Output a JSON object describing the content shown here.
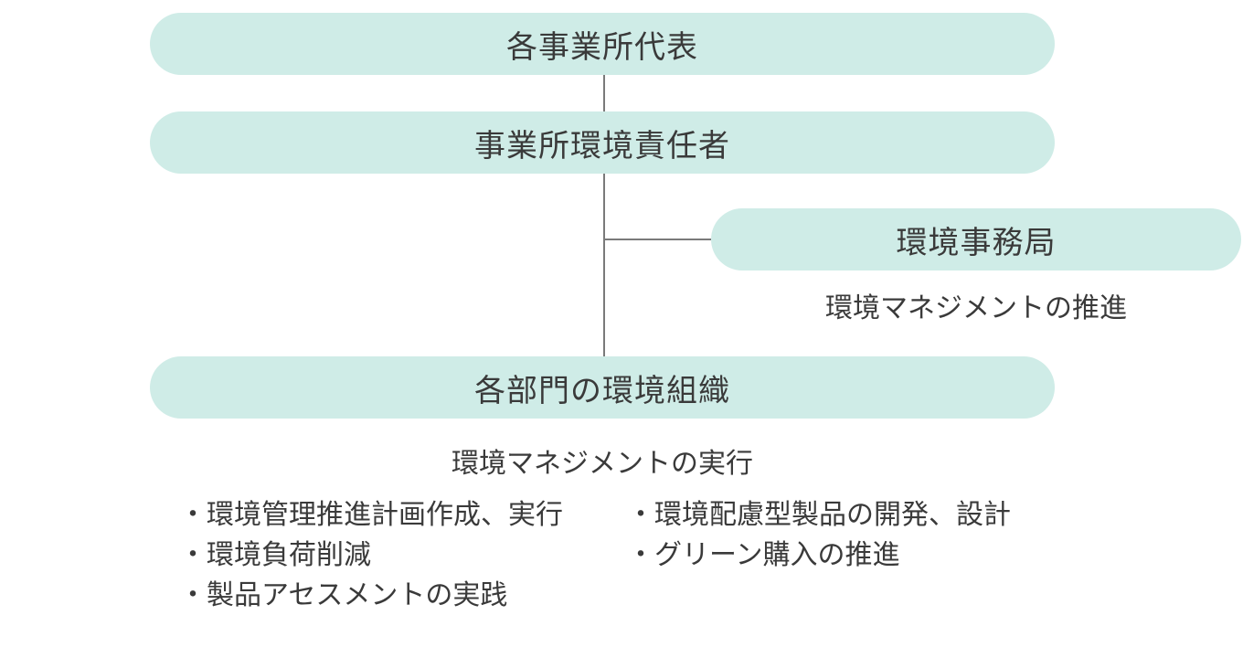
{
  "nodes": {
    "representative": "各事業所代表",
    "manager": "事業所環境責任者",
    "secretariat": "環境事務局",
    "departments": "各部門の環境組織"
  },
  "captions": {
    "secretariat": "環境マネジメントの推進",
    "departments": "環境マネジメントの実行"
  },
  "bullets_left": [
    "・環境管理推進計画作成、実行",
    "・環境負荷削減",
    "・製品アセスメントの実践"
  ],
  "bullets_right": [
    "・環境配慮型製品の開発、設計",
    "・グリーン購入の推進"
  ],
  "colors": {
    "node_fill": "#cfece7",
    "connector": "#7a7a7a",
    "text": "#3a3a3a"
  }
}
